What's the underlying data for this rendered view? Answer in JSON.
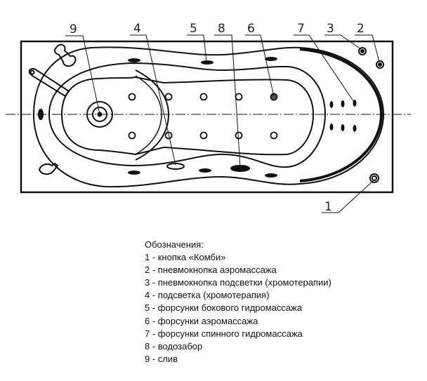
{
  "diagram": {
    "callouts": [
      "9",
      "4",
      "5",
      "8",
      "6",
      "7",
      "3",
      "2",
      "1"
    ]
  },
  "legend": {
    "title": "Обозначения:",
    "items": [
      "1 - кнопка «Комби»",
      "2 - пневмокнопка аэромассажа",
      "3 - пневмокнопка подсветки (хромотерапии)",
      "4 - подсветка (хромотерапия)",
      "5 - форсунки бокового гидромассажа",
      "6 - форсунки аэромассажа",
      "7 - форсунки спинного гидромассажа",
      "8 - водозабор",
      "9 - слив"
    ]
  }
}
